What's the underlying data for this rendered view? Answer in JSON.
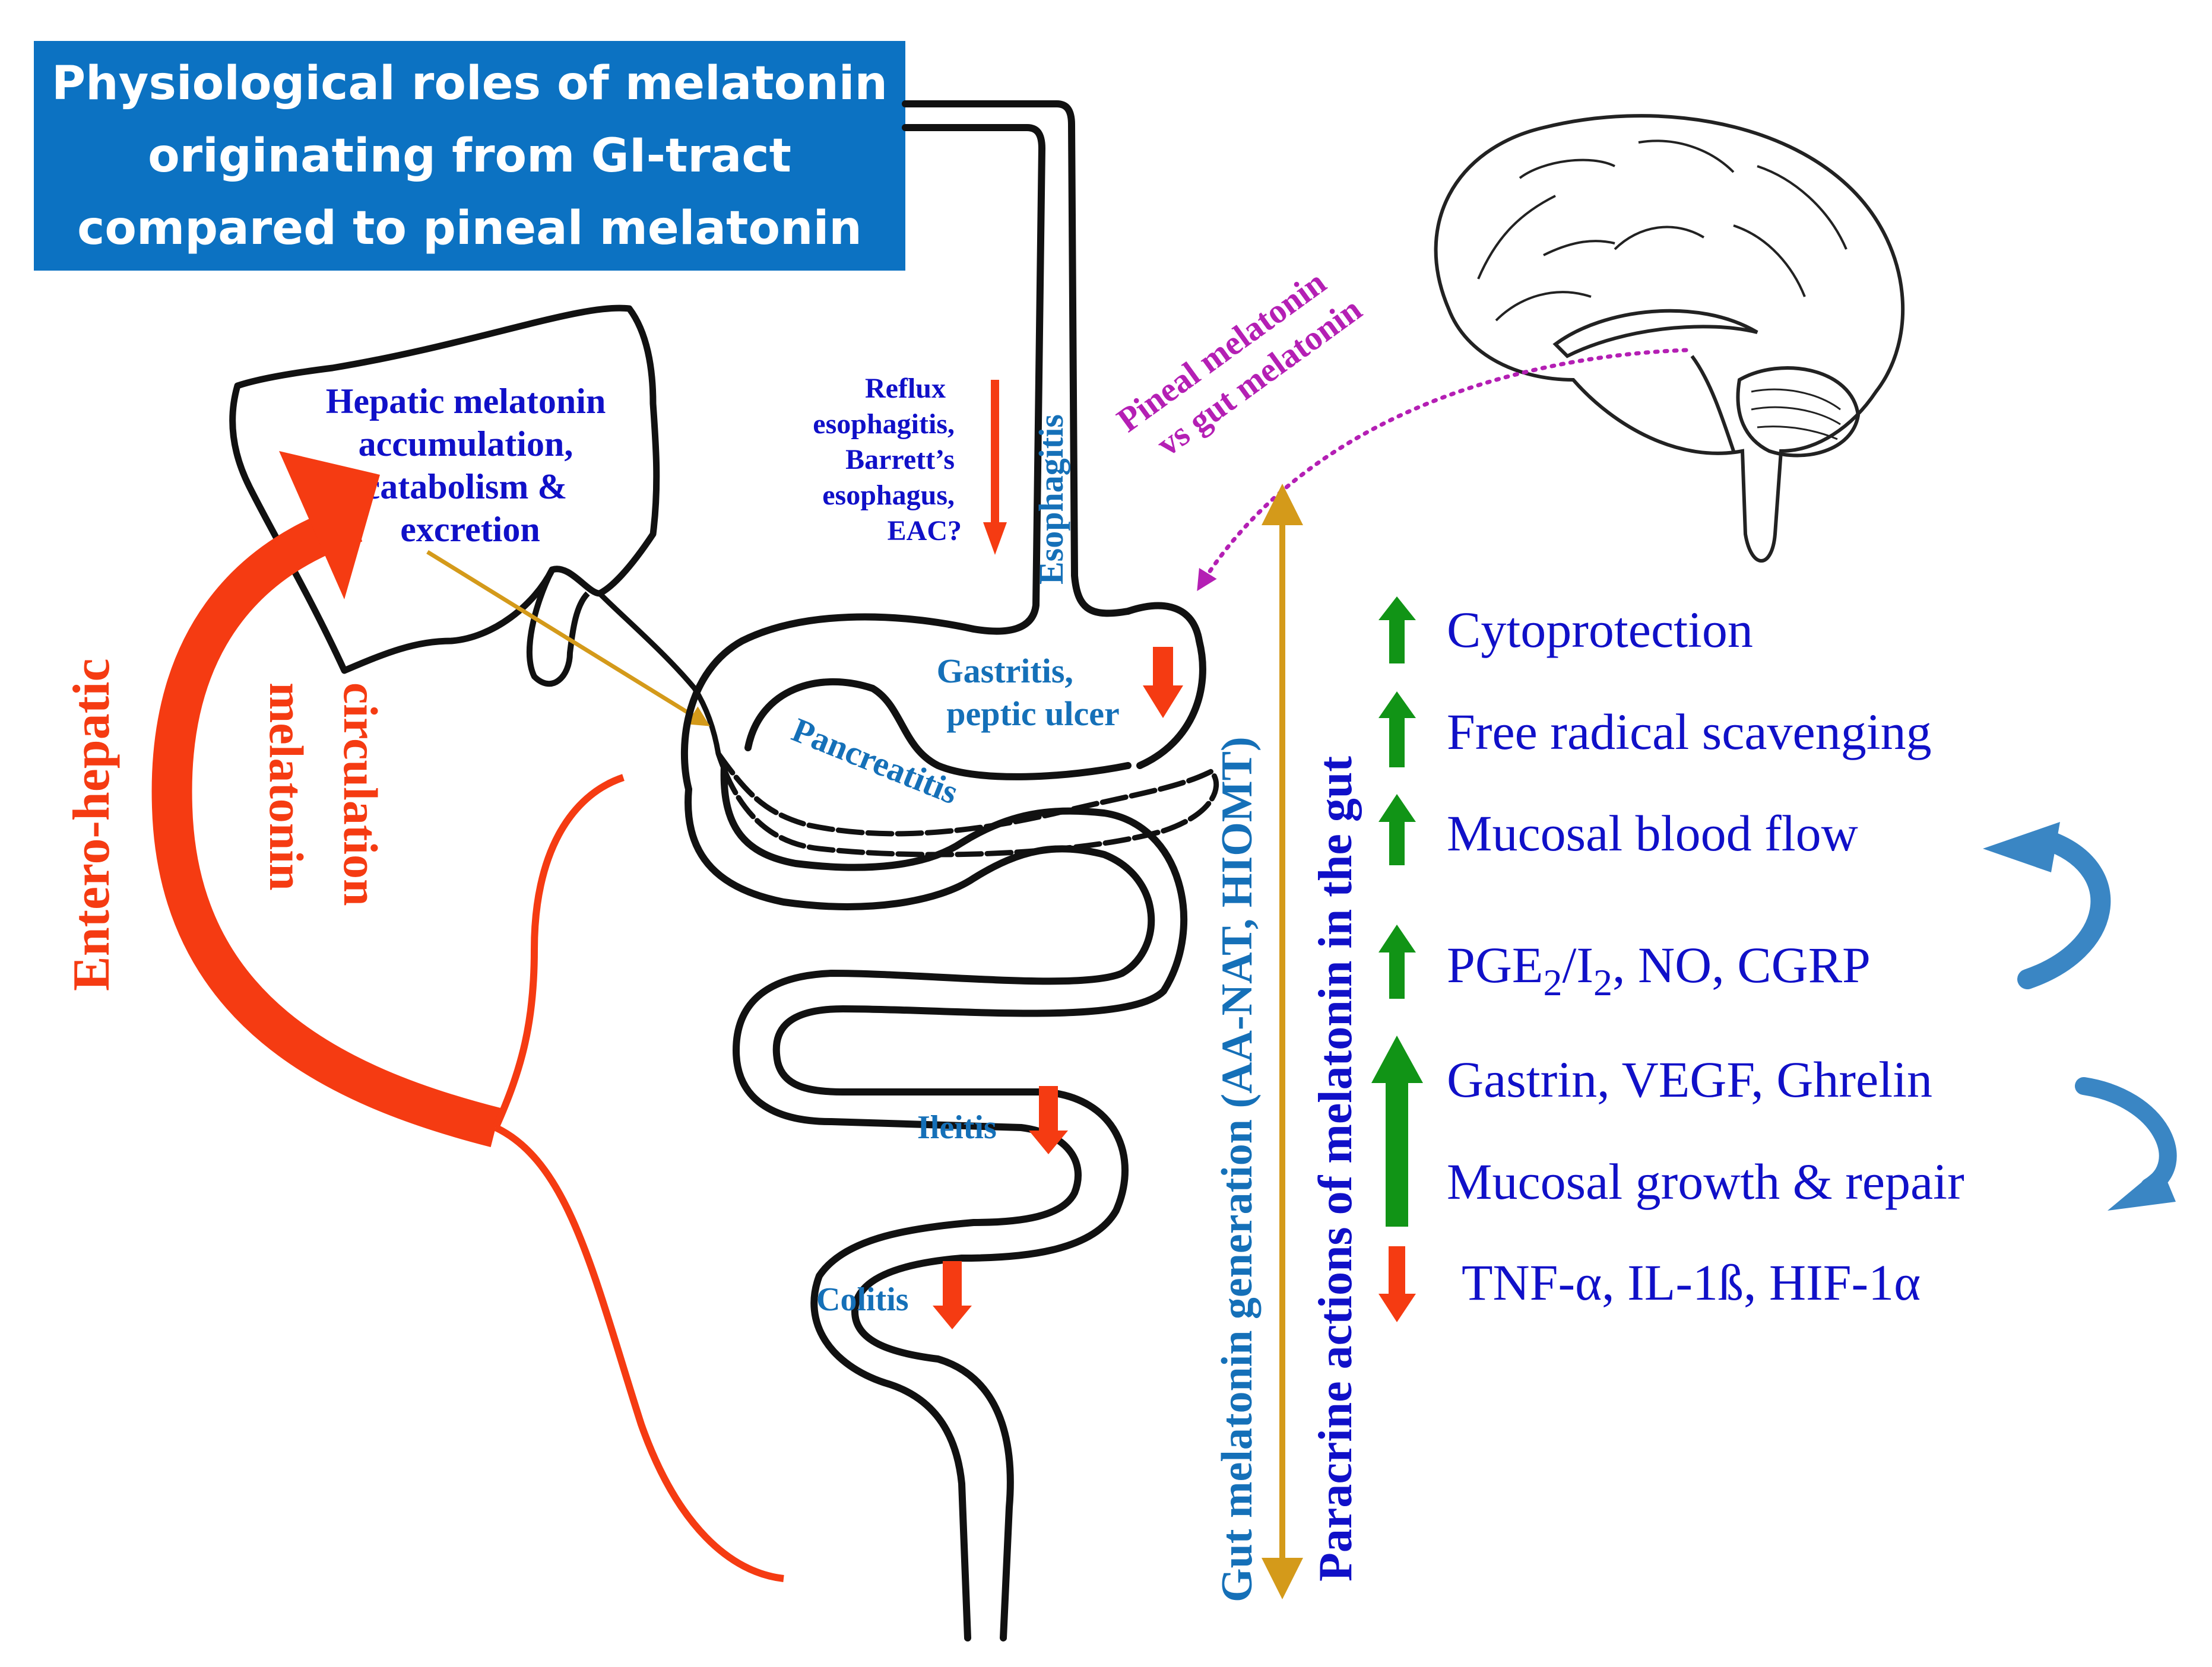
{
  "title": {
    "lines": [
      "Physiological roles of melatonin",
      "originating from  GI-tract",
      "compared to pineal melatonin"
    ]
  },
  "liver": {
    "label_lines": [
      "Hepatic melatonin",
      "accumulation,",
      "catabolism &",
      "excretion"
    ]
  },
  "enterohepatic": {
    "outer": "Entero-hepatic",
    "inner_lines": [
      "melatonin",
      "circulation"
    ]
  },
  "esophagus": {
    "label": "Esophagitis",
    "disease_lines": [
      "Reflux",
      "esophagitis,",
      "Barrett’s",
      "esophagus,",
      "EAC?"
    ]
  },
  "stomach": {
    "label_lines": [
      "Gastritis,",
      "peptic ulcer"
    ]
  },
  "pancreas": {
    "label": "Pancreatitis"
  },
  "small_intestine": {
    "label": "Ileitis"
  },
  "colon": {
    "label": "Colitis"
  },
  "brain": {
    "comparison_lines": [
      "Pineal  melatonin",
      "vs gut melatonin"
    ]
  },
  "axes": {
    "generation": "Gut melatonin generation (AA-NAT, HIOMT)",
    "paracrine": "Paracrine actions of melatonin in the gut"
  },
  "effects": [
    {
      "text": "Cytoprotection",
      "direction": "up"
    },
    {
      "text": "Free radical scavenging",
      "direction": "up"
    },
    {
      "text": "Mucosal blood flow",
      "direction": "up"
    },
    {
      "text_parts": [
        "PGE",
        "2",
        "/I",
        "2",
        ", NO, CGRP"
      ],
      "direction": "up"
    },
    {
      "text": "Gastrin, VEGF, Ghrelin",
      "direction": "up"
    },
    {
      "text": "Mucosal growth & repair",
      "direction": "up"
    },
    {
      "text": "TNF-α, IL-1ß, HIF-1α",
      "direction": "down"
    }
  ],
  "colors": {
    "title_bg": "#0c72c2",
    "label_dark_blue": "#1010c8",
    "label_med_blue": "#1570b8",
    "decrease_red": "#f53b12",
    "increase_green": "#119416",
    "axis_gold": "#d49a1a",
    "magenta": "#b41fb4",
    "curve_arrow_blue": "#3a86c4"
  }
}
